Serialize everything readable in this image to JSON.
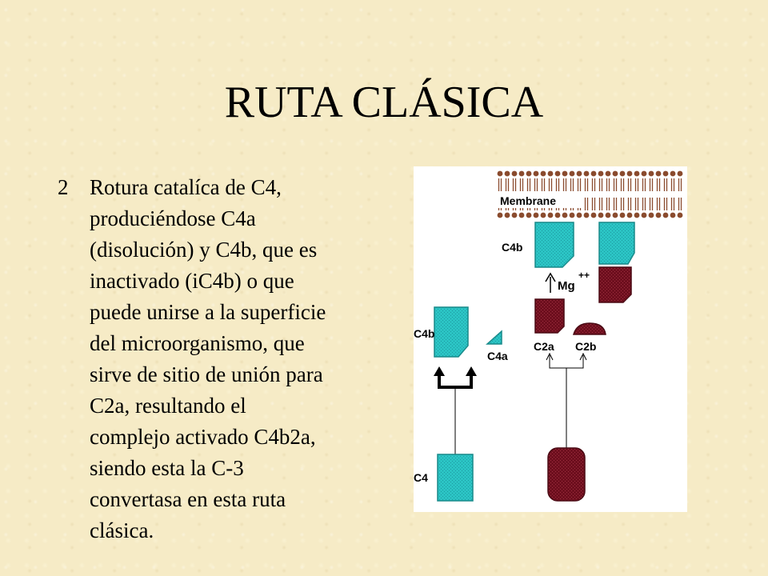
{
  "slide": {
    "title": "RUTA CLÁSICA",
    "bullet_marker": "2",
    "bullet_text": "Rotura catalíca de C4,\nproduciéndose C4a\n(disolución) y C4b, que es\ninactivado (iC4b) o que\npuede unirse a la superficie\ndel microorganismo, que\nsirve de sitio de unión para\nC2a, resultando el\ncomplejo activado C4b2a,\nsiendo esta la C-3\nconvertasa en esta ruta\nclásica."
  },
  "figure": {
    "labels": {
      "membrane": "Membrane",
      "c4b_top": "C4b",
      "mg": "Mg",
      "mg_charge": "++",
      "c4b_left": "C4b",
      "c4a": "C4a",
      "c2a": "C2a",
      "c2b": "C2b",
      "c4": "C4"
    },
    "colors": {
      "cyan": "#2bc4c4",
      "maroon": "#6e0f1e",
      "lipid": "#8a4b2e"
    }
  }
}
